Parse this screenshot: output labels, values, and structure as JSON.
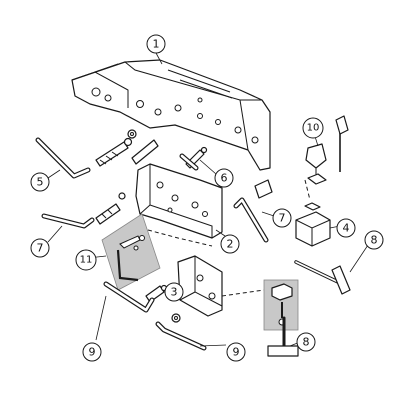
{
  "callouts": {
    "c1": "1",
    "c2": "2",
    "c3": "3",
    "c4": "4",
    "c5": "5",
    "c6": "6",
    "c7a": "7",
    "c7b": "7",
    "c8a": "8",
    "c8b": "8",
    "c9a": "9",
    "c9b": "9",
    "c10": "10",
    "c11": "11"
  },
  "colors": {
    "line": "#1a1a1a",
    "highlight_box": "#c8c8c8",
    "background": "#ffffff"
  }
}
